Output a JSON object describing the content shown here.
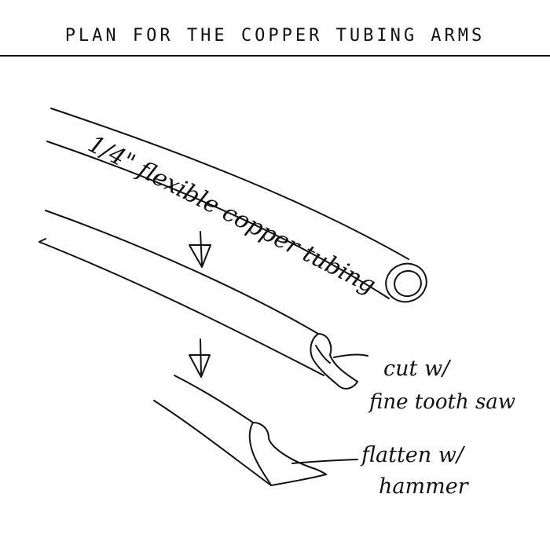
{
  "header": {
    "title": "PLAN FOR THE COPPER TUBING ARMS"
  },
  "diagram": {
    "tube_label": "1/4\" flexible copper tubing",
    "step2_note_line1": "cut w/",
    "step2_note_line2": "fine tooth saw",
    "step3_note_line1": "flatten w/",
    "step3_note_line2": "hammer"
  },
  "colors": {
    "ink": "#111111",
    "background": "#ffffff"
  }
}
